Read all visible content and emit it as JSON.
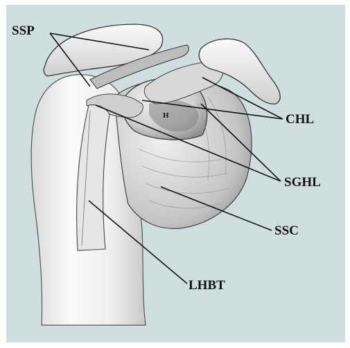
{
  "labels": {
    "ssp": "SSP",
    "chl": "CHL",
    "sghl": "SGHL",
    "ssc": "SSC",
    "lhbt": "LHBT",
    "h": "H"
  },
  "colors": {
    "background": "#cfdfdf",
    "bone": "#f2f2f2",
    "bone_shadow": "#9a9a9a",
    "outline": "#1a1a1a",
    "leader_line": "#111111"
  }
}
